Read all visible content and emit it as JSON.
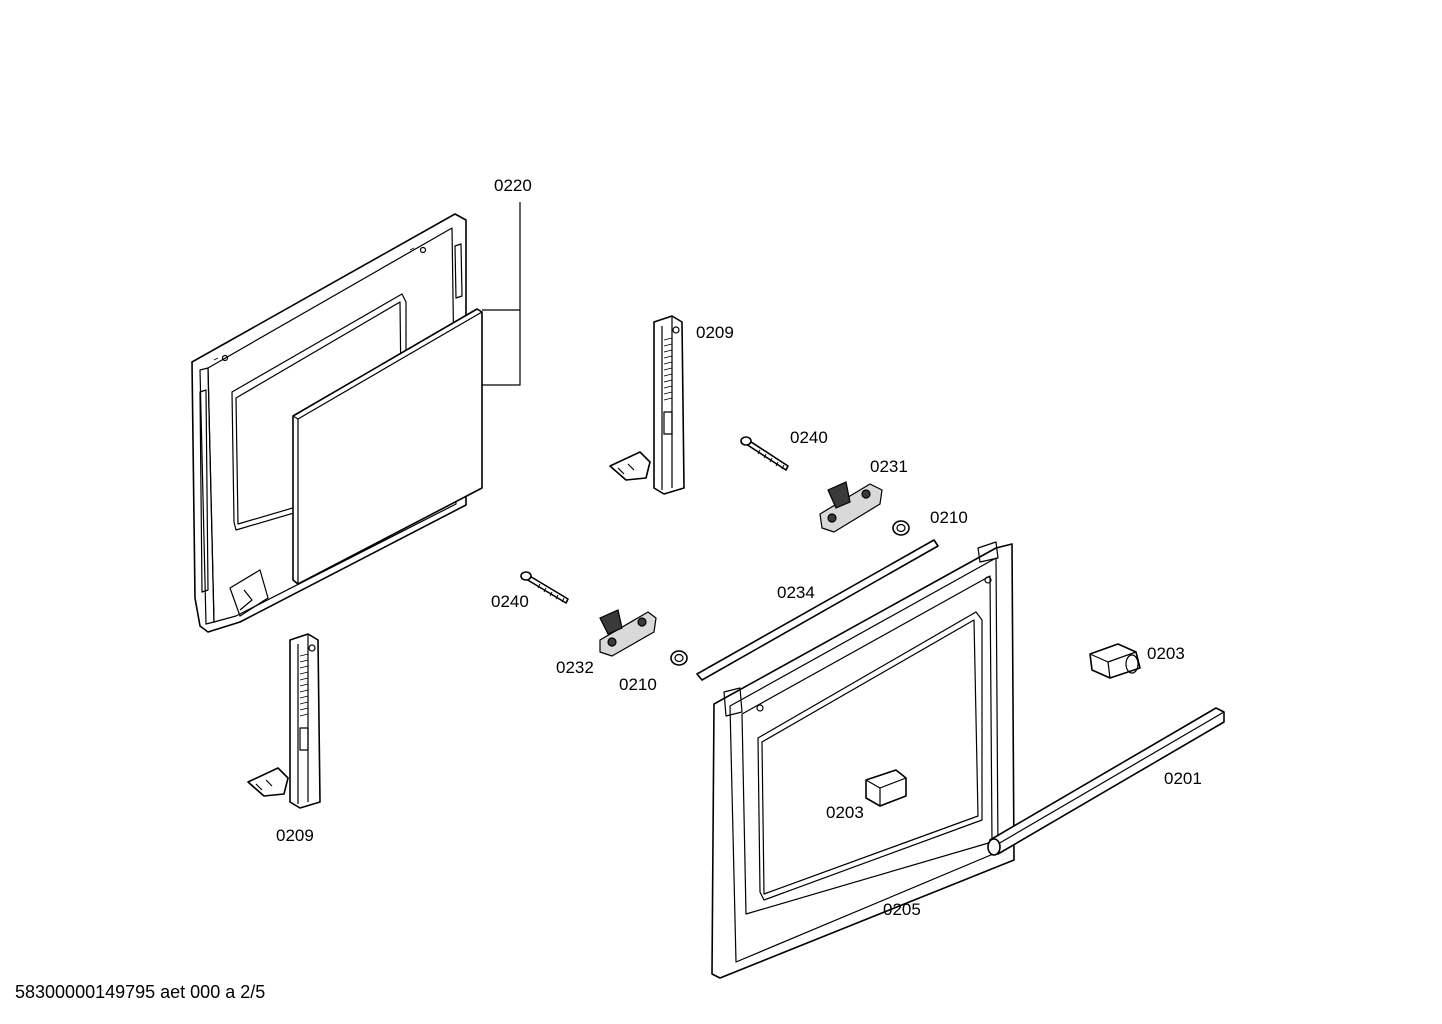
{
  "labels": {
    "p0220": "0220",
    "p0209_top": "0209",
    "p0209_bottom": "0209",
    "p0240_a": "0240",
    "p0240_b": "0240",
    "p0231": "0231",
    "p0210_a": "0210",
    "p0210_b": "0210",
    "p0234": "0234",
    "p0232": "0232",
    "p0203_a": "0203",
    "p0203_b": "0203",
    "p0201": "0201",
    "p0205": "0205"
  },
  "footer": "58300000149795 aet 000 a 2/5"
}
